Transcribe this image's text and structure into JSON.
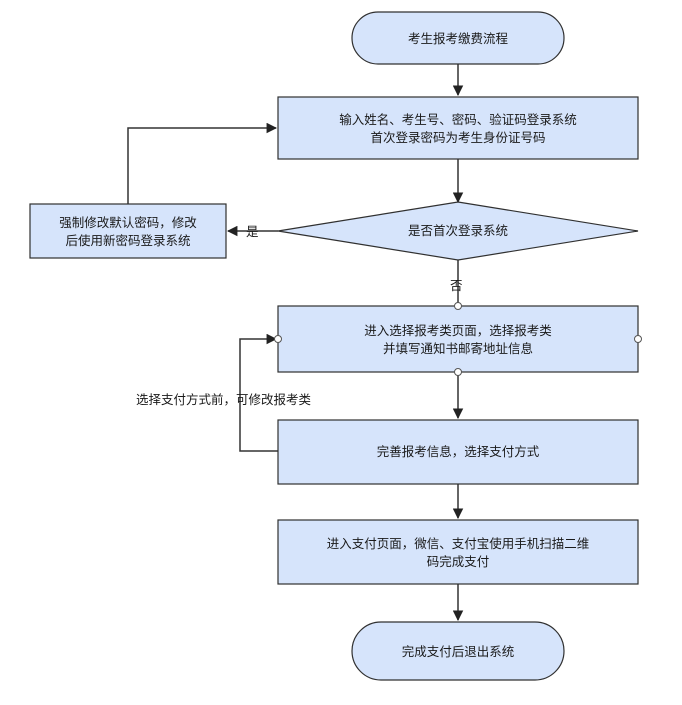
{
  "diagram": {
    "start": "考生报考缴费流程",
    "login": [
      "输入姓名、考生号、密码、验证码登录系统",
      "首次登录密码为考生身份证号码"
    ],
    "decision": "是否首次登录系统",
    "change_password": [
      "强制修改默认密码，修改",
      "后使用新密码登录系统"
    ],
    "select_category": [
      "进入选择报考类页面，选择报考类",
      "并填写通知书邮寄地址信息"
    ],
    "complete_info": "完善报考信息，选择支付方式",
    "pay": [
      "进入支付页面，微信、支付宝使用手机扫描二维",
      "码完成支付"
    ],
    "end": "完成支付后退出系统",
    "label_yes": "是",
    "label_no": "否",
    "label_loop": "选择支付方式前，可修改报考类"
  }
}
